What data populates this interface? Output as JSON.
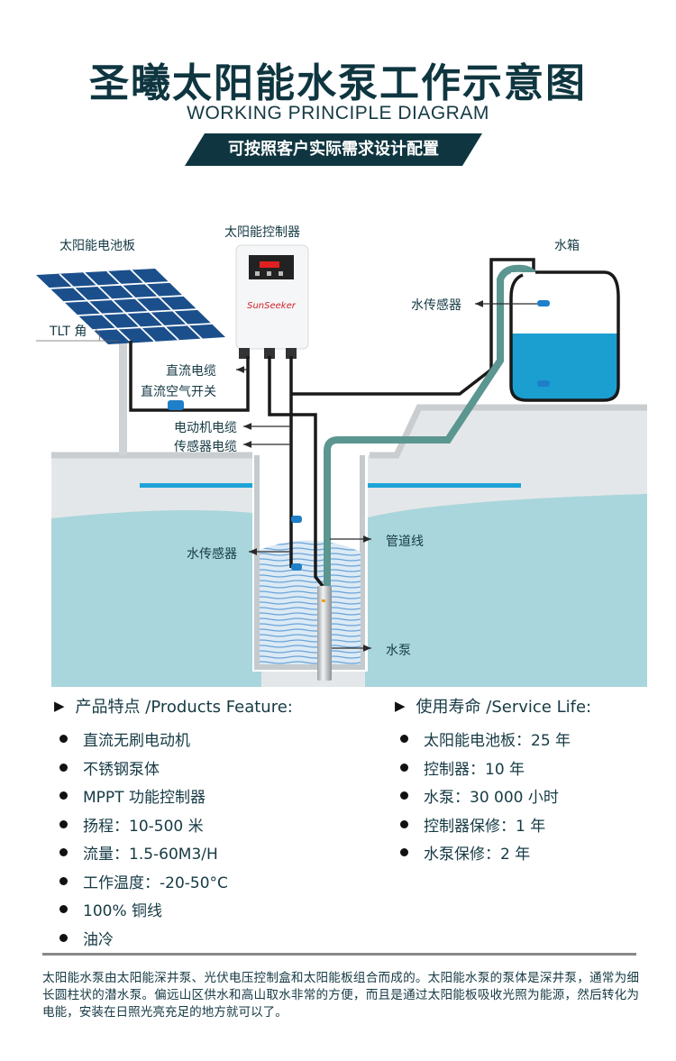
{
  "header": {
    "title": "圣曦太阳能水泵工作示意图",
    "subtitle": "WORKING PRINCIPLE DIAGRAM",
    "banner": "可按照客户实际需求设计配置"
  },
  "colors": {
    "title_dark": "#0f3640",
    "banner_bg": "#0f3640",
    "panel_blue": "#1b4f8c",
    "tank_water": "#1a9fd0",
    "ground_water": "#a8d6dc",
    "pipe_green": "#5b9690",
    "sensor_blue": "#1f7fc8",
    "cable": "#1a1a1a",
    "divider": "#888888"
  },
  "diagram": {
    "labels": {
      "solar_panel": "太阳能电池板",
      "controller": "太阳能控制器",
      "tank": "水箱",
      "tilt_angle": "TLT 角",
      "dc_cable": "直流电缆",
      "dc_breaker": "直流空气开关",
      "motor_cable": "电动机电缆",
      "sensor_cable": "传感器电缆",
      "tank_sensor": "水传感器",
      "well_sensor": "水传感器",
      "pipeline": "管道线",
      "pump": "水泵",
      "brand": "SunSeeker"
    }
  },
  "features": {
    "heading": "产品特点 /Products Feature:",
    "items": [
      "直流无刷电动机",
      "不锈钢泵体",
      "MPPT 功能控制器",
      "扬程：10-500 米",
      "流量：1.5-60M3/H",
      "工作温度：-20-50°C",
      "100% 铜线",
      "油冷"
    ]
  },
  "service_life": {
    "heading": "使用寿命 /Service Life:",
    "items": [
      "太阳能电池板：25 年",
      "控制器：10 年",
      "水泵：30 000 小时",
      "控制器保修：1 年",
      "水泵保修：2 年"
    ]
  },
  "description": "太阳能水泵由太阳能深井泵、光伏电压控制盒和太阳能板组合而成的。太阳能水泵的泵体是深井泵，通常为细长圆柱状的潜水泵。偏远山区供水和高山取水非常的方便，而且是通过太阳能板吸收光照为能源，然后转化为电能，安装在日照光亮充足的地方就可以了。"
}
